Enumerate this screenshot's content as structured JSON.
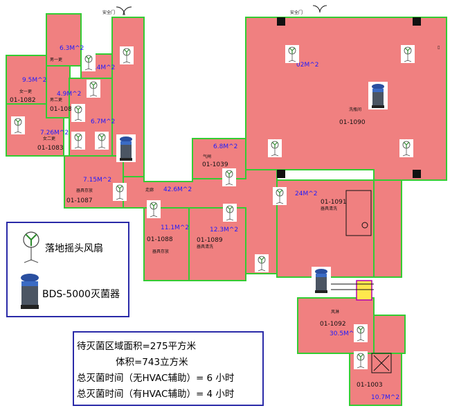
{
  "top_labels": [
    "安全门",
    "安全门"
  ],
  "rooms": [
    {
      "id": "r1082",
      "area": "9.5M^2",
      "code": "01-1082",
      "use": "女一更"
    },
    {
      "id": "r1083",
      "area": "7.26M^2",
      "code": "01-1083",
      "use": "女二更"
    },
    {
      "id": "rM1",
      "area": "6.3M^2",
      "code": "",
      "use": "男一更"
    },
    {
      "id": "rM2",
      "area": "4.9M^2",
      "code": "01-108",
      "use": "男二更"
    },
    {
      "id": "rA",
      "area": "3.4M^2",
      "code": "",
      "use": ""
    },
    {
      "id": "rB",
      "area": "6.7M^2",
      "code": "",
      "use": ""
    },
    {
      "id": "r1090",
      "area": "02M^2",
      "code": "01-1090",
      "use": "洗瓶间"
    },
    {
      "id": "r1039",
      "area": "6.8M^2",
      "code": "01-1039",
      "use": "气闸"
    },
    {
      "id": "r1087",
      "area": "7.15M^2",
      "code": "01-1087",
      "use": "器具存放"
    },
    {
      "id": "rCorr",
      "area": "42.6M^2",
      "code": "",
      "use": "走廊"
    },
    {
      "id": "r1088",
      "area": "11.1M^2",
      "code": "01-1088",
      "use": "器具存放"
    },
    {
      "id": "r1089",
      "area": "12.3M^2",
      "code": "01-1089",
      "use": "器具清洗"
    },
    {
      "id": "r1091",
      "area": "24M^2",
      "code": "01-1091",
      "use": "器具清洗"
    },
    {
      "id": "r1092",
      "area": "30.5M^2",
      "code": "01-1092",
      "use": "风淋"
    },
    {
      "id": "r1003",
      "area": "10.7M^2",
      "code": "01-1003",
      "use": ""
    }
  ],
  "fan_icon": "floor-standing-oscillating-fan-icon",
  "sterilizer_icon": "bds-5000-sterilizer-icon",
  "legend": {
    "fan_label": "落地摇头风扇",
    "sterilizer_label": "BDS-5000灭菌器"
  },
  "info": {
    "area_line": "待灭菌区域面积=275平方米",
    "volume_line": "体积=743立方米",
    "time_no_hvac": "总灭菌时间（无HVAC辅助）= 6 小时",
    "time_hvac": "总灭菌时间（有HVAC辅助）= 4 小时"
  },
  "colors": {
    "room_fill": "#f08080",
    "room_border": "#33cc33",
    "area_text": "#1a1aff",
    "box_border": "#2a2aa8"
  }
}
